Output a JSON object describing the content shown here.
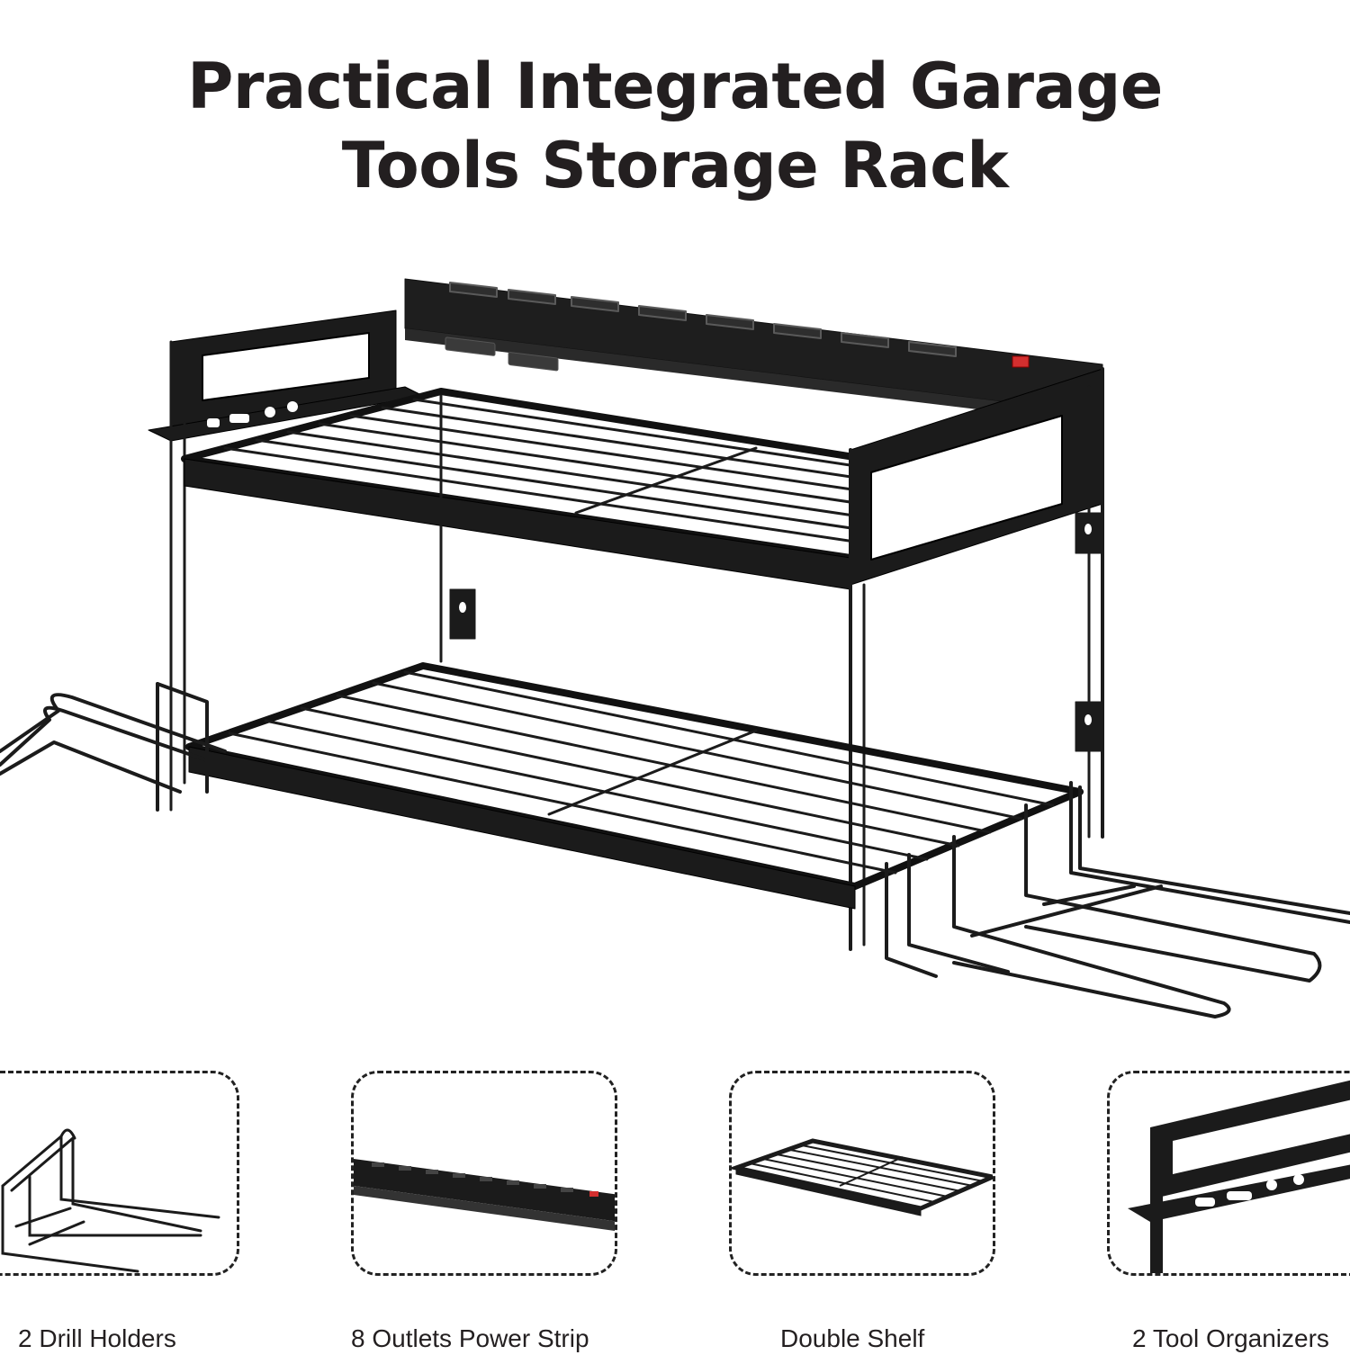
{
  "title": {
    "line1": "Practical Integrated Garage",
    "line2": "Tools Storage Rack"
  },
  "features": [
    {
      "label": "2 Drill Holders"
    },
    {
      "label": "8 Outlets Power Strip"
    },
    {
      "label": "Double Shelf"
    },
    {
      "label": "2 Tool Organizers"
    }
  ],
  "colors": {
    "metal": "#1b1b1b",
    "switch": "#d32f2f",
    "text": "#231f20"
  }
}
